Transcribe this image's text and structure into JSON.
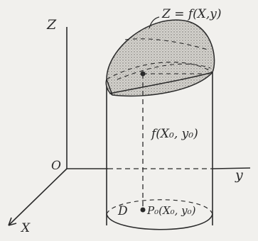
{
  "labels": {
    "surface_equation": "Z = f(X,y)",
    "axis_z": "Z",
    "axis_y": "y",
    "axis_x": "X",
    "origin": "O",
    "height": "f(X₀, y₀)",
    "region": "D",
    "base_point": "P₀(X₀, y₀)"
  },
  "colors": {
    "ink": "#2a2a2a",
    "background": "#f1f0ed",
    "surface_fill": "#c9c7c2"
  }
}
